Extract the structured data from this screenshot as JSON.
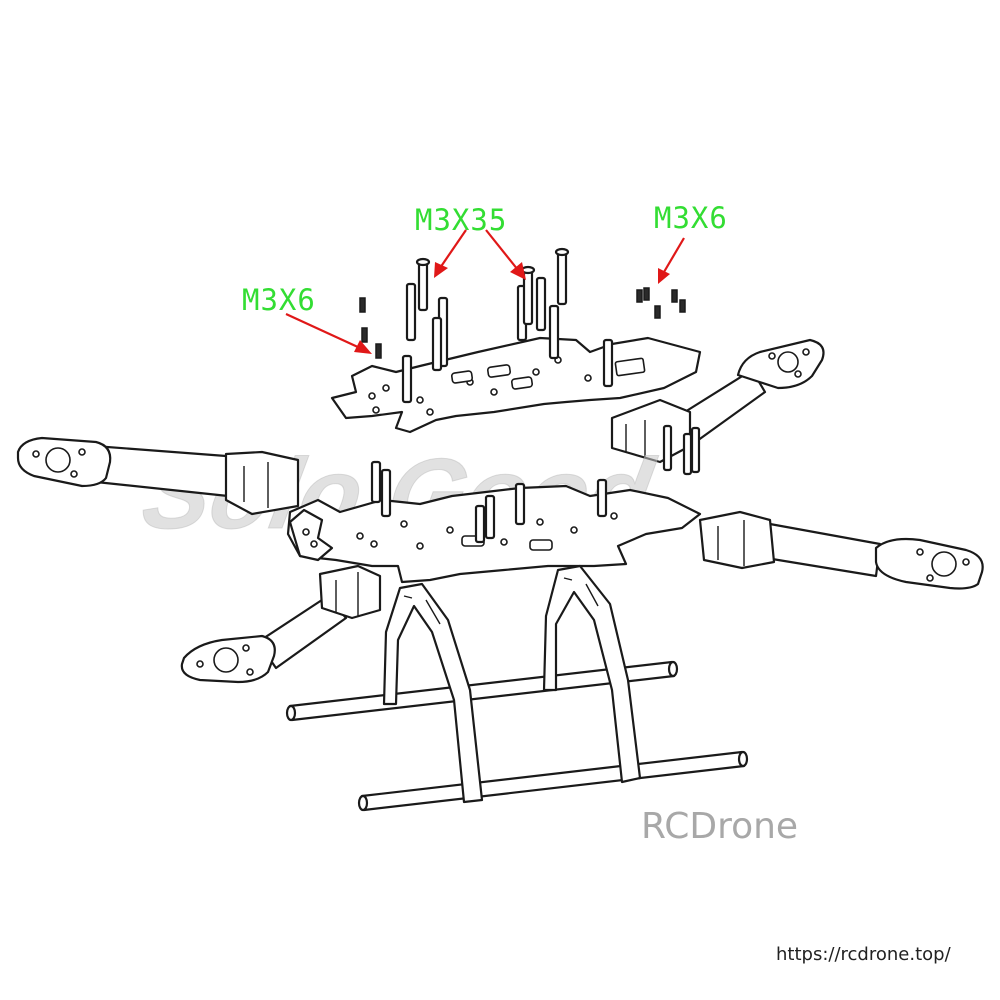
{
  "callouts": {
    "left_screw": "M3X6",
    "middle_standoff": "M3X35",
    "right_screw": "M3X6"
  },
  "watermark": {
    "logo_text": "Solo Good",
    "brand": "RCDrone",
    "url": "https://rcdrone.top/"
  },
  "colors": {
    "callout_text": "#33dd33",
    "callout_arrow": "#e01818",
    "line_art": "#1a1a1a",
    "watermark": "#a8a8a8"
  },
  "parts": [
    "top-plate",
    "bottom-plate",
    "arm",
    "motor-mount",
    "arm-clamp",
    "standoff",
    "screw",
    "landing-gear-leg",
    "landing-skid"
  ]
}
